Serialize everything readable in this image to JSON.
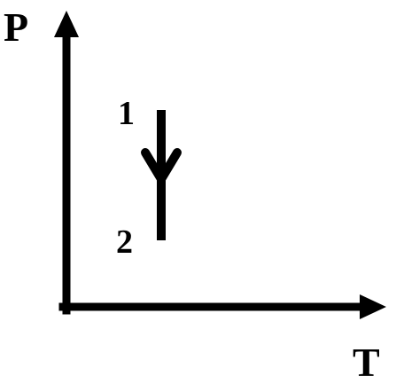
{
  "diagram": {
    "axes": {
      "y_label": "P",
      "x_label": "T"
    },
    "process": {
      "start_state_label": "1",
      "end_state_label": "2",
      "direction": "down"
    },
    "colors": {
      "ink": "#000000",
      "background": "#ffffff"
    }
  }
}
